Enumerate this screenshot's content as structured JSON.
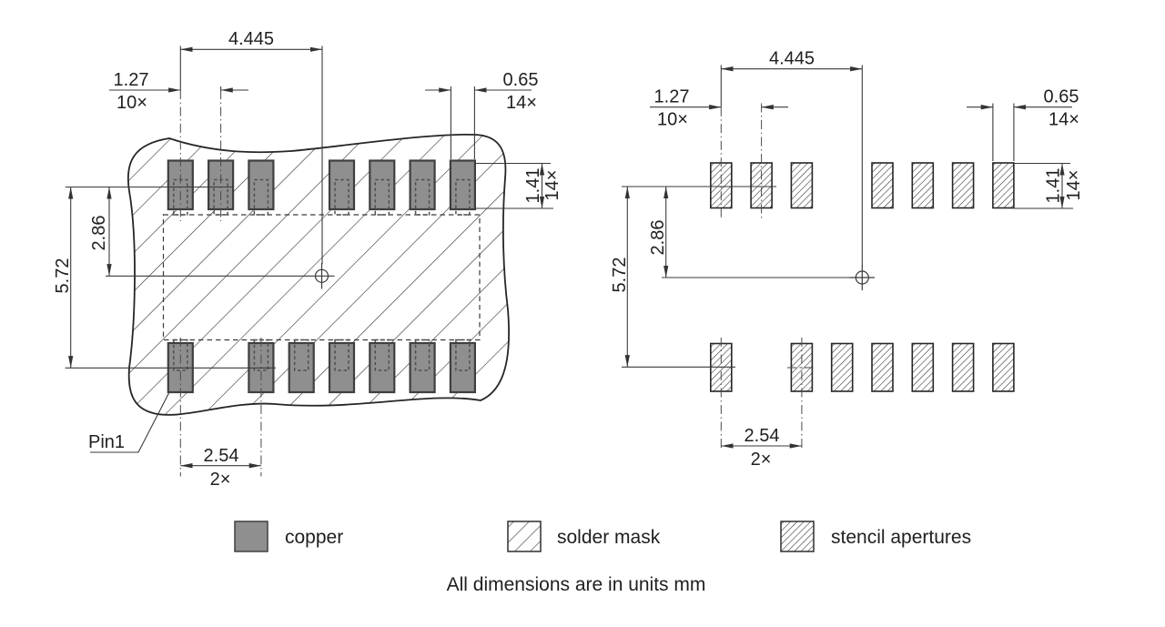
{
  "title_note": "All dimensions are in units mm",
  "pin1_label": "Pin1",
  "dims": {
    "center_x": {
      "value": "4.445"
    },
    "pitch": {
      "value": "1.27",
      "count": "10×"
    },
    "pad_w": {
      "value": "0.65",
      "count": "14×"
    },
    "pad_h": {
      "value": "1.41",
      "count": "14×"
    },
    "row_half": {
      "value": "2.86"
    },
    "row_full": {
      "value": "5.72"
    },
    "gap": {
      "value": "2.54",
      "count": "2×"
    }
  },
  "legend": {
    "copper": "copper",
    "solder_mask": "solder mask",
    "stencil": "stencil apertures"
  },
  "grid": {
    "pitch": 44.3,
    "left_col1_x": 198.3,
    "right_col1_x": 792.3,
    "top_cols": [
      0,
      1,
      2,
      4,
      5,
      6,
      7
    ],
    "bottom_cols": [
      0,
      2,
      3,
      4,
      5,
      6,
      7
    ]
  },
  "colors": {
    "copper": "#8f8f8f",
    "line": "#262626"
  }
}
